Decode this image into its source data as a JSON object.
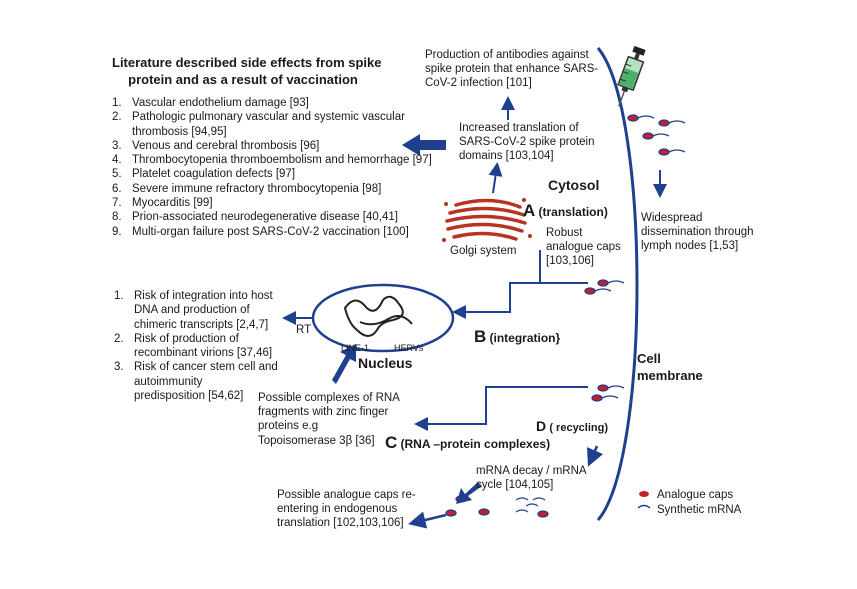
{
  "side_effects": {
    "title_line1": "Literature described side effects from spike",
    "title_line2": "protein and as a result of vaccination",
    "items": [
      {
        "n": "1.",
        "lines": [
          "Vascular endothelium damage [93]"
        ]
      },
      {
        "n": "2.",
        "lines": [
          "Pathologic pulmonary vascular and systemic vascular",
          "thrombosis [94,95]"
        ]
      },
      {
        "n": "3.",
        "lines": [
          "Venous and cerebral thrombosis [96]"
        ]
      },
      {
        "n": "4.",
        "lines": [
          "Thrombocytopenia thromboembolism and hemorrhage [97]"
        ]
      },
      {
        "n": "5.",
        "lines": [
          "Platelet coagulation defects [97]"
        ]
      },
      {
        "n": "6.",
        "lines": [
          "Severe immune refractory thrombocytopenia [98]"
        ]
      },
      {
        "n": "7.",
        "lines": [
          "Myocarditis [99]"
        ]
      },
      {
        "n": "8.",
        "lines": [
          "Prion-associated neurodegenerative disease [40,41]"
        ]
      },
      {
        "n": "9.",
        "lines": [
          "Multi-organ failure post SARS-CoV-2 vaccination [100]"
        ]
      }
    ]
  },
  "integration_risks": {
    "items": [
      {
        "n": "1.",
        "lines": [
          "Risk of integration into host",
          "DNA and production of",
          "chimeric transcripts [2,4,7]"
        ]
      },
      {
        "n": "2.",
        "lines": [
          "Risk of production of",
          "recombinant virions  [37,46]"
        ]
      },
      {
        "n": "3.",
        "lines": [
          "Risk of cancer stem cell and",
          "autoimmunity",
          "predisposition [54,62]"
        ]
      }
    ]
  },
  "antibodies": [
    "Production of antibodies against",
    "spike protein that enhance SARS-",
    "CoV-2 infection [101]"
  ],
  "translation_text": [
    "Increased translation  of",
    "SARS-CoV-2 spike protein",
    "domains [103,104]"
  ],
  "cytosol": "Cytosol",
  "label_a": "A",
  "label_a_sub": "(translation)",
  "golgi": "Golgi system",
  "robust_caps": [
    "Robust",
    "analogue caps",
    "[103,106]"
  ],
  "dissemination": [
    "Widespread",
    "dissemination through",
    "lymph nodes [1,53]"
  ],
  "rt": "RT",
  "line1": "LINE-1",
  "hervs": "HERVs",
  "nucleus": "Nucleus",
  "label_b": "B",
  "label_b_sub": "(integration}",
  "cell_membrane": [
    "Cell",
    "membrane"
  ],
  "complexes": [
    "Possible complexes of RNA",
    "fragments with zinc finger",
    "proteins e.g"
  ],
  "topoisomerase": "Topoisomerase 3β [36]",
  "label_c": "C",
  "label_c_sub": "(RNA –protein complexes)",
  "label_d": "D",
  "label_d_sub": "( recycling)",
  "mrna_decay": [
    "mRNA decay / mRNA",
    "cycle [104,105]"
  ],
  "reentering": [
    "Possible analogue caps re-",
    "entering in endogenous",
    "translation [102,103,106]"
  ],
  "legend": {
    "caps": "Analogue caps",
    "mrna": "Synthetic mRNA"
  },
  "colors": {
    "arrow_blue": "#1f3f8f",
    "cap_red": "#c0202a",
    "golgi_red": "#b83324"
  }
}
